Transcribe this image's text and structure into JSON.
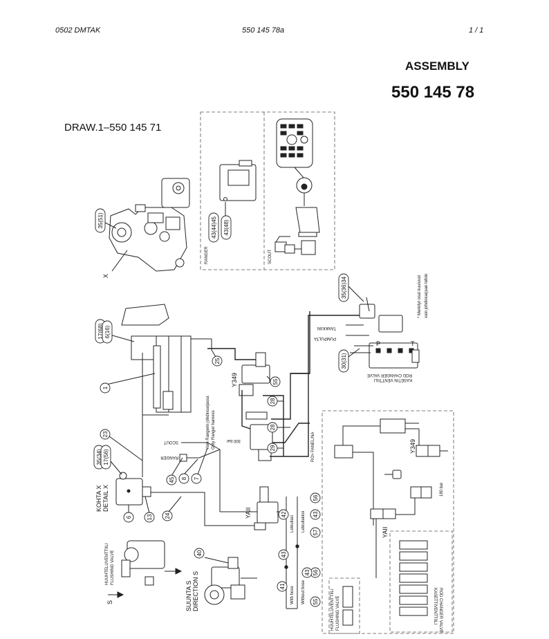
{
  "header": {
    "left": "0502   DMTAK",
    "center": "550 145 78a",
    "right": "1 /   1"
  },
  "title": "ASSEMBLY",
  "assembly_number": "550 145 78",
  "drawing_ref": "DRAW.1–550 145 71",
  "boxes": {
    "ranger": "RANGER",
    "scout": "SCOUT"
  },
  "note": {
    "line1": "* Merkityt osat kuuluvat",
    "line2": "vain johdinsarjaan tehiin"
  },
  "detail": {
    "line1": "KOHTA X",
    "line2": "DETAIL X"
  },
  "direction": {
    "line1": "SUUNTA S",
    "line2": "DIRECTION S"
  },
  "marker_x": "X",
  "marker_s": "S",
  "labels": {
    "scout": "SCOUT",
    "ranger": "RANGER",
    "tankkiin": "TANKKIIN",
    "pumpulta": "PUMPULTA",
    "port_p": "P",
    "port_t": "T",
    "vain_ranger": "Vain Rangerin johdinsarjassa",
    "only_ranger": "Only Ranger harness",
    "y349_a": "Y349",
    "y349_b": "Y349",
    "y411_a": "YAII",
    "y411_b": "YAII",
    "flush_a": "HUUHTELUVENTTIILI",
    "flush_b": "FLUSHING VALVE",
    "flush_c": "HUUHTELUVENTTIILI",
    "flush_d": "FLUSHING VALVE",
    "kasetti_a": "KASETIN VENTTIILI",
    "kasetti_b": "ROD CHANGER VALVE",
    "kasetti_c": "KASETTIVENTTIILI",
    "kasetti_d": "ROD CHANGER VALVE",
    "letkut_1": "Letkullasi",
    "letkut_2": "Letkullakkoi",
    "with_hose": "With hose",
    "without_hose": "Without hose",
    "bar300": "300 bar",
    "panel": "RO> PANEL/NA",
    "bar180": "180 bar"
  },
  "bubbles": {
    "b35": "35(51)",
    "b4344": "43(44)45",
    "b4348": "43(48)",
    "b3536": "35(36)34",
    "b3031": "30(31)",
    "b1768": "17(68)",
    "b616": "6(16)",
    "b1": "1",
    "b25": "25",
    "b55a": "55",
    "b28a": "28",
    "b28b": "28",
    "b29": "29",
    "b23": "23",
    "b3534": "35(34)",
    "b1756": "17(56)",
    "b45": "45",
    "b8": "8",
    "b7": "7",
    "b6": "6",
    "b13": "13",
    "b24": "24",
    "b42": "42",
    "b43a": "43",
    "b57": "57",
    "b56": "56",
    "b43b": "43",
    "b41": "41",
    "b56b": "56",
    "b55b": "55",
    "b43c": "43",
    "b40": "40"
  }
}
